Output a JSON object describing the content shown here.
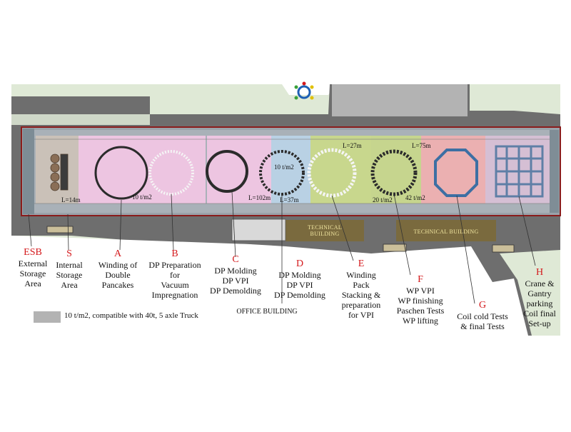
{
  "zones": [
    {
      "letter": "ESB",
      "lines": [
        "External",
        "Storage",
        "Area"
      ]
    },
    {
      "letter": "S",
      "lines": [
        "Internal",
        "Storage",
        "Area"
      ]
    },
    {
      "letter": "A",
      "lines": [
        "Winding of",
        "Double",
        "Pancakes"
      ]
    },
    {
      "letter": "B",
      "lines": [
        "DP Preparation",
        "for",
        "Vacuum",
        "Impregnation"
      ]
    },
    {
      "letter": "C",
      "lines": [
        "DP Molding",
        "DP VPI",
        "DP Demolding"
      ]
    },
    {
      "letter": "D",
      "lines": [
        "DP Molding",
        "DP VPI",
        "DP Demolding"
      ]
    },
    {
      "letter": "E",
      "lines": [
        "Winding",
        "Pack",
        "Stacking &",
        "preparation",
        "for VPI"
      ]
    },
    {
      "letter": "F",
      "lines": [
        "WP VPI",
        "WP finishing",
        "Paschen Tests",
        "WP lifting"
      ]
    },
    {
      "letter": "G",
      "lines": [
        "Coil cold Tests",
        "& final Tests"
      ]
    },
    {
      "letter": "H",
      "lines": [
        "Crane &",
        "Gantry",
        "parking",
        "Coil final",
        "Set-up"
      ]
    }
  ],
  "buildings": {
    "technical_left": [
      "TECHNICAL",
      "BUILDING"
    ],
    "technical_right": "TECHNICAL BUILDING",
    "office": "OFFICE BUILDING"
  },
  "dimensions": {
    "l14": "L=14m",
    "l102": "L=102m",
    "l37": "L=37m",
    "l27": "L=27m",
    "l75": "L=75m",
    "load_a": "10 t/m2",
    "load_c": "10 t/m2",
    "load_e": "20 t/m2",
    "load_f": "42 t/m2"
  },
  "legend": {
    "text": "10 t/m2, compatible with 40t, 5 axle Truck",
    "color": "#b3b3b3"
  },
  "colors": {
    "zone_pink": "#f4c8e6",
    "zone_blue": "#b9d3e6",
    "zone_green": "#c9d98a",
    "zone_salmon": "#f2b0b0",
    "ground": "#6e6e6e",
    "grass": "#dfe9d6",
    "label_red": "#d4191c",
    "building": "#7a6a3e"
  }
}
